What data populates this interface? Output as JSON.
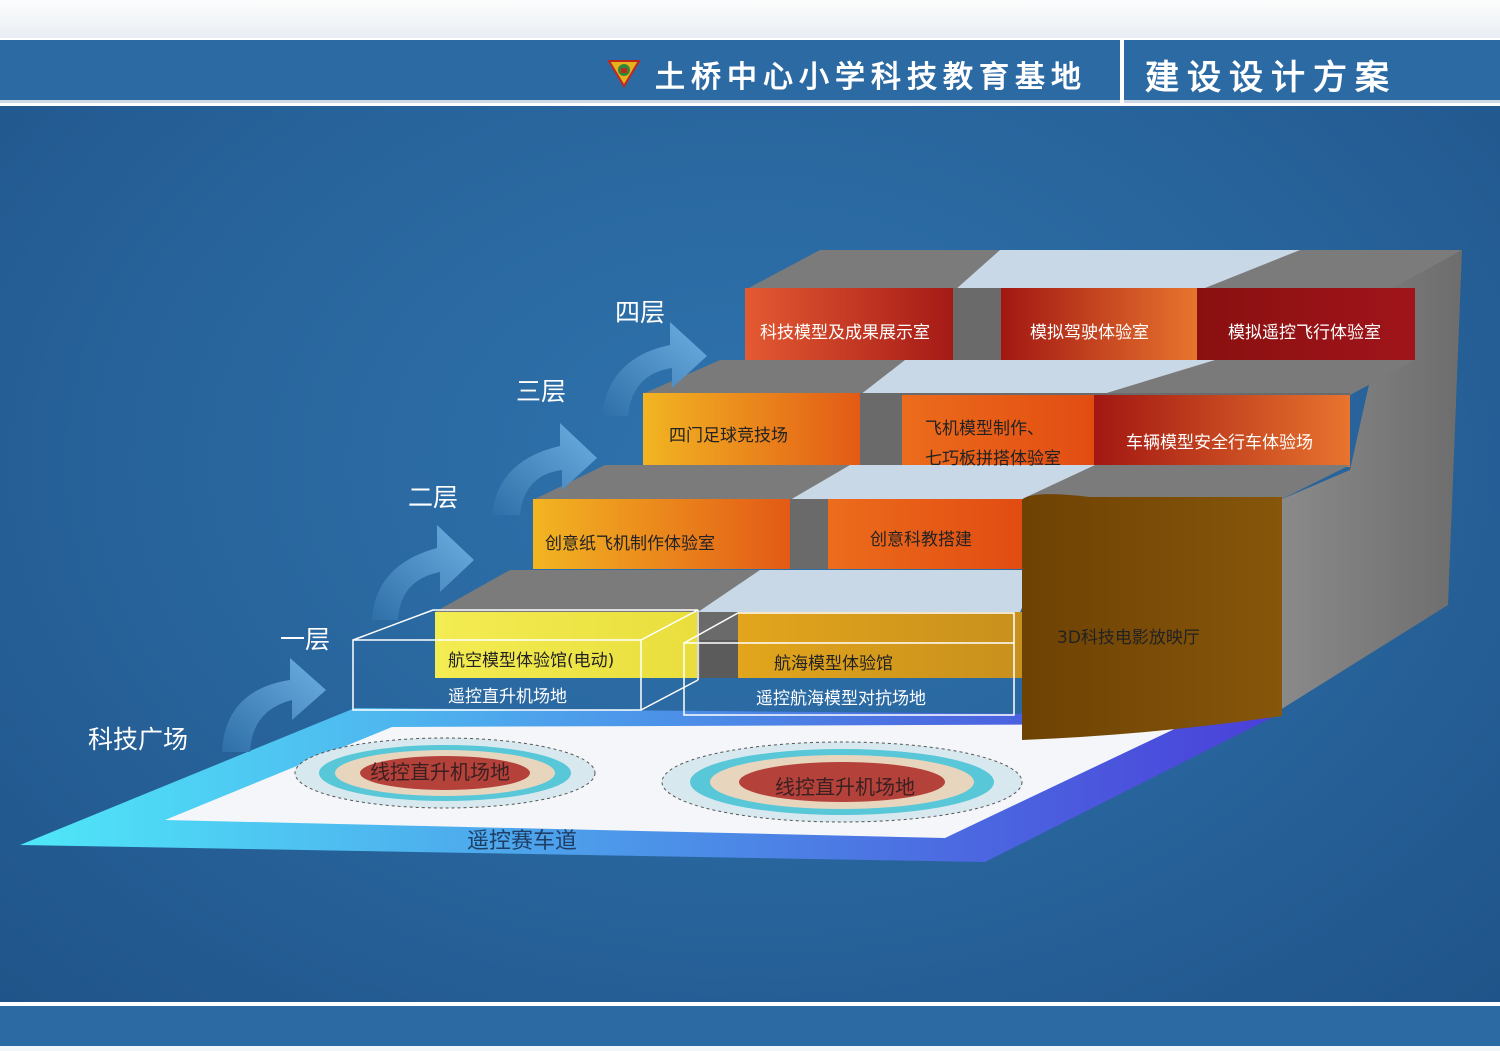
{
  "header": {
    "title": "土桥中心小学科技教育基地",
    "plan": "建设设计方案"
  },
  "floors": {
    "plaza": "科技广场",
    "f1": "一层",
    "f2": "二层",
    "f3": "三层",
    "f4": "四层"
  },
  "rooms": {
    "f4_a": "科技模型及成果展示室",
    "f4_b": "模拟驾驶体验室",
    "f4_c": "模拟遥控飞行体验室",
    "f3_a": "四门足球竞技场",
    "f3_b_line1": "飞机模型制作、",
    "f3_b_line2": "七巧板拼搭体验室",
    "f3_c": "车辆模型安全行车体验场",
    "f2_a": "创意纸飞机制作体验室",
    "f2_b": "创意科教搭建",
    "f1_a": "航空模型体验馆(电动)",
    "f1_b": "航海模型体验馆",
    "cinema": "3D科技电影放映厅",
    "field_a": "遥控直升机场地",
    "field_b": "遥控航海模型对抗场地",
    "heli_a": "线控直升机场地",
    "heli_b": "线控直升机场地",
    "track": "遥控赛车道"
  },
  "colors": {
    "background": "#2c6aa3",
    "step_gray": "#6f6f6f",
    "cinema_brown": "#7a4a04",
    "yellow": "#efe84a",
    "orange": "#e8701a",
    "red": "#c0281e"
  }
}
